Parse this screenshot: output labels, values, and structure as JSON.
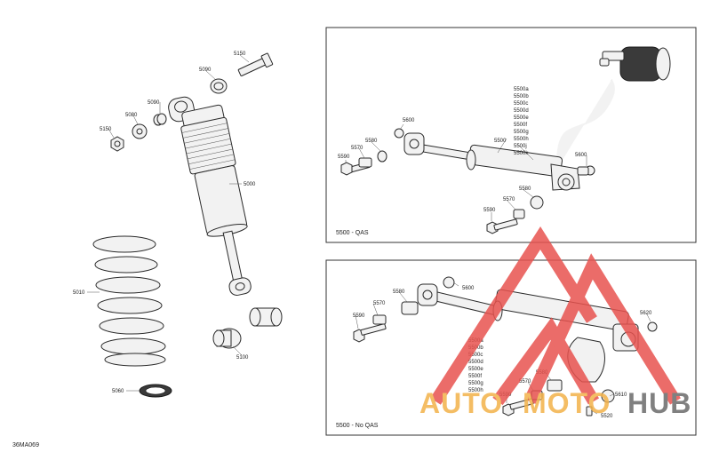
{
  "figure_code": "36MA069",
  "left_callouts": [
    "5150",
    "5090",
    "5090",
    "5080",
    "5150",
    "5000",
    "5010",
    "5060",
    "5100"
  ],
  "qas_panel": {
    "caption": "5500 - QAS",
    "callouts": [
      "5600",
      "5570",
      "5580",
      "5590",
      "5600",
      "5580",
      "5570",
      "5590",
      "5500"
    ],
    "stack": [
      "5500a",
      "5500b",
      "5500c",
      "5500d",
      "5500e",
      "5500f",
      "5500g",
      "5500h",
      "5500j",
      "5500k"
    ]
  },
  "noqas_panel": {
    "caption": "5500 - No QAS",
    "callouts": [
      "5580",
      "5600",
      "5570",
      "5590",
      "5620",
      "5580",
      "5570",
      "5590",
      "5610",
      "5520"
    ],
    "stack": [
      "5500a",
      "5500b",
      "5500c",
      "5500d",
      "5500e",
      "5500f",
      "5500g",
      "5500h"
    ]
  },
  "watermark": {
    "part1": "AUTO",
    "part2": "MOTO",
    "part3": "HUB",
    "color_main": "#f3b24a",
    "color_hub": "#6b6b6b",
    "color_logo": "#e8534f"
  }
}
